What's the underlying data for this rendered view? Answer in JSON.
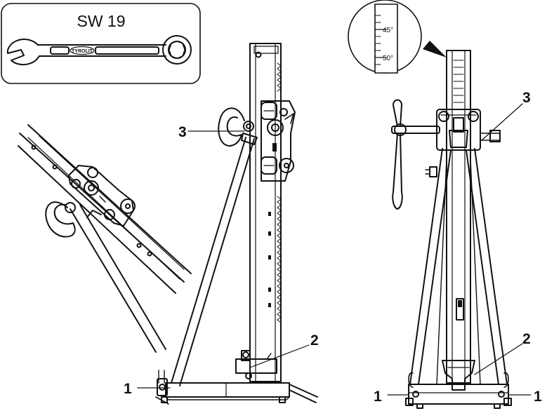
{
  "wrench_box": {
    "label": "SW 19",
    "brand": "TYROLIT"
  },
  "angle_scale": {
    "marks": [
      "45°",
      "50°"
    ]
  },
  "callouts": {
    "left_view": {
      "c1": "1",
      "c2": "2",
      "c3": "3"
    },
    "right_view": {
      "c1_left": "1",
      "c1_right": "1",
      "c2": "2",
      "c3": "3"
    }
  }
}
